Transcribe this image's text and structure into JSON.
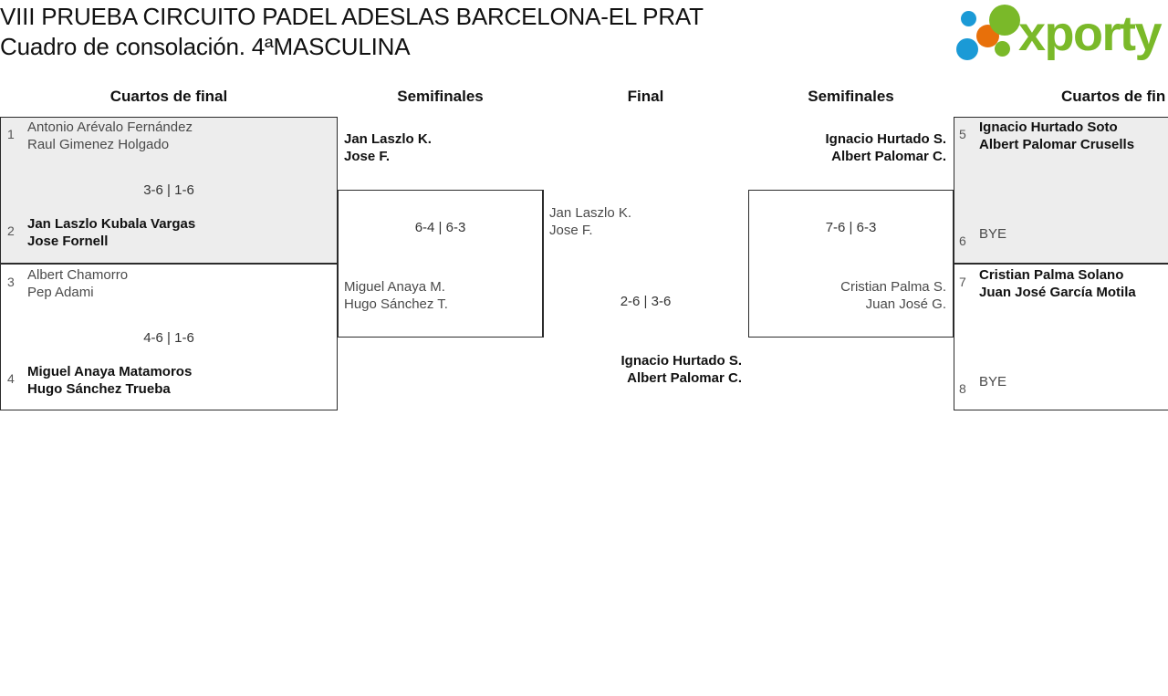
{
  "header": {
    "title_line_1": "VIII PRUEBA CIRCUITO PADEL ADESLAS BARCELONA-EL PRAT",
    "title_line_2": "Cuadro de consolación. 4ªMASCULINA",
    "logo_text": "xporty",
    "logo_colors": {
      "green": "#7ab929",
      "blue": "#1b9ad6",
      "orange": "#e8700a"
    }
  },
  "rounds": [
    {
      "label": "Cuartos de final"
    },
    {
      "label": "Semifinales"
    },
    {
      "label": "Final"
    },
    {
      "label": "Semifinales"
    },
    {
      "label": "Cuartos de fin"
    }
  ],
  "bracket": {
    "quarterfinals_left": [
      {
        "score": "3-6 | 1-6",
        "top": {
          "seed": "1",
          "player_1": "Antonio Arévalo Fernández",
          "player_2": "Raul Gimenez Holgado",
          "winner": false
        },
        "bottom": {
          "seed": "2",
          "player_1": "Jan Laszlo Kubala Vargas",
          "player_2": "Jose Fornell",
          "winner": true
        }
      },
      {
        "score": "4-6 | 1-6",
        "top": {
          "seed": "3",
          "player_1": "Albert Chamorro",
          "player_2": "Pep Adami",
          "winner": false
        },
        "bottom": {
          "seed": "4",
          "player_1": "Miguel Anaya Matamoros",
          "player_2": "Hugo Sánchez Trueba",
          "winner": true
        }
      }
    ],
    "quarterfinals_right": [
      {
        "score": "",
        "top": {
          "seed": "5",
          "player_1": "Ignacio Hurtado Soto",
          "player_2": "Albert Palomar Crusells",
          "winner": true
        },
        "bottom": {
          "seed": "6",
          "player_1": "BYE",
          "player_2": "",
          "winner": false
        }
      },
      {
        "score": "",
        "top": {
          "seed": "7",
          "player_1": "Cristian Palma Solano",
          "player_2": "Juan José García Motila",
          "winner": true
        },
        "bottom": {
          "seed": "8",
          "player_1": "BYE",
          "player_2": "",
          "winner": false
        }
      }
    ],
    "semifinal_left": {
      "score": "6-4 | 6-3",
      "top": {
        "player_1": "Jan Laszlo K.",
        "player_2": "Jose F.",
        "winner": true
      },
      "bottom": {
        "player_1": "Miguel Anaya M.",
        "player_2": "Hugo Sánchez T.",
        "winner": false
      }
    },
    "semifinal_right": {
      "score": "7-6 | 6-3",
      "top": {
        "player_1": "Ignacio Hurtado S.",
        "player_2": "Albert Palomar C.",
        "winner": true
      },
      "bottom": {
        "player_1": "Cristian Palma S.",
        "player_2": "Juan José G.",
        "winner": false
      }
    },
    "final": {
      "score": "2-6 | 3-6",
      "top": {
        "player_1": "Jan Laszlo K.",
        "player_2": "Jose F.",
        "winner": false
      },
      "bottom": {
        "player_1": "Ignacio Hurtado S.",
        "player_2": "Albert Palomar C.",
        "winner": true
      }
    }
  }
}
